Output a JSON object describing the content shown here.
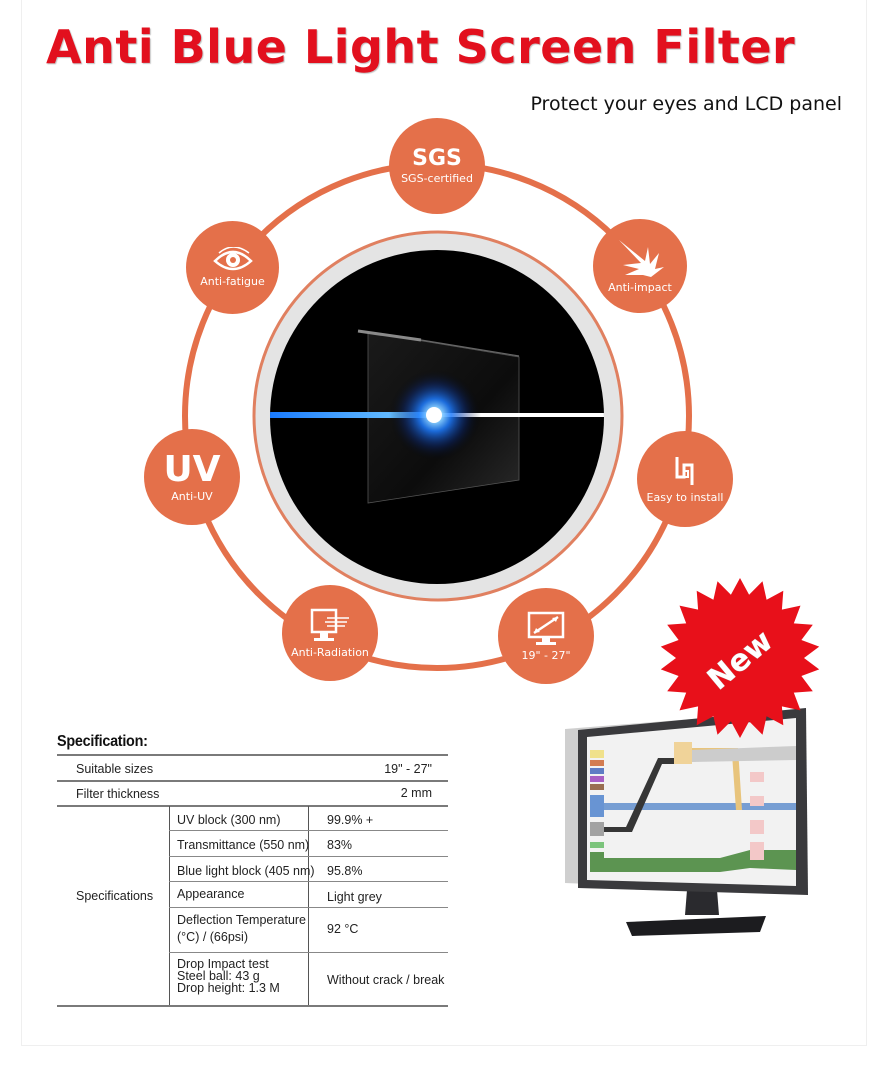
{
  "header": {
    "title": "Anti Blue Light Screen Filter",
    "subtitle": "Protect your eyes and LCD panel"
  },
  "features": [
    {
      "id": "sgs",
      "big": "SGS",
      "label": "SGS-certified",
      "icon": "sgs-text"
    },
    {
      "id": "anti-impact",
      "label": "Anti-impact",
      "icon": "impact-burst-icon"
    },
    {
      "id": "easy-install",
      "label": "Easy to install",
      "icon": "clip-icon"
    },
    {
      "id": "size",
      "label": "19\" - 27\"",
      "icon": "monitor-diagonal-icon"
    },
    {
      "id": "anti-radiation",
      "label": "Anti-Radiation",
      "icon": "monitor-radiation-icon"
    },
    {
      "id": "anti-uv",
      "big": "UV",
      "label": "Anti-UV",
      "icon": "uv-text"
    },
    {
      "id": "anti-fatigue",
      "label": "Anti-fatigue",
      "icon": "eye-icon"
    }
  ],
  "badge": {
    "label": "New",
    "color": "#e8101a"
  },
  "colors": {
    "accent": "#e4704a",
    "title_red": "#e2101e",
    "gray_ring": "#e4e4e4"
  },
  "specification": {
    "heading": "Specification:",
    "suitable_sizes": {
      "label": "Suitable sizes",
      "value": "19\" - 27\""
    },
    "filter_thickness": {
      "label": "Filter thickness",
      "value": "2 mm"
    },
    "group_label": "Specifications",
    "rows": [
      {
        "label": "UV  block (300 nm)",
        "value": "99.9% +"
      },
      {
        "label": "Transmittance (550 nm)",
        "value": "83%"
      },
      {
        "label": "Blue light block (405 nm)",
        "value": "95.8%"
      },
      {
        "label": "Appearance",
        "value": "Light grey"
      },
      {
        "label_lines": [
          "Deflection Temperature",
          "(°C) / (66psi)"
        ],
        "value": "92 °C"
      },
      {
        "label_lines": [
          "Drop Impact test",
          "Steel ball: 43 g",
          "Drop height: 1.3 M"
        ],
        "value": "Without  crack / break"
      }
    ]
  }
}
